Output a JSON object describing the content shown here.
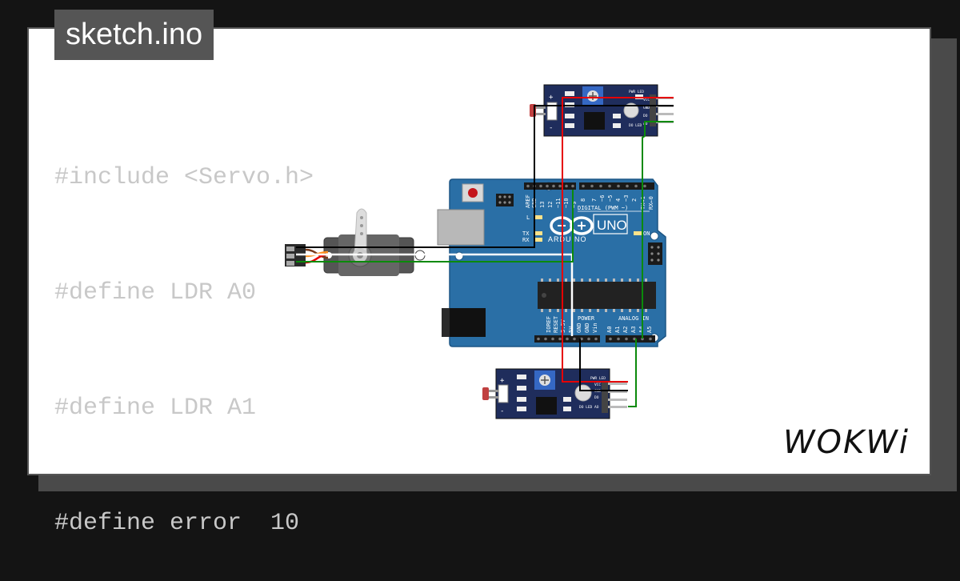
{
  "file_tab": {
    "label": "sketch.ino"
  },
  "code_lines": [
    "#include <Servo.h>",
    "#define LDR A0",
    "#define LDR A1",
    "#define error  10"
  ],
  "board": {
    "model": "UNO",
    "brand": "ARDUINO",
    "digital_header": "DIGITAL (PWM ~)",
    "power_header": "POWER",
    "analog_header": "ANALOG IN",
    "on_label": "ON",
    "led_labels": [
      "L",
      "TX",
      "RX"
    ],
    "digital_pins": [
      "AREF",
      "GND",
      "13",
      "12",
      "~11",
      "~10",
      "~9",
      "8",
      "7",
      "~6",
      "~5",
      "4",
      "~3",
      "2",
      "TX→1",
      "RX←0"
    ],
    "power_pins": [
      "IOREF",
      "RESET",
      "3.3V",
      "5V",
      "GND",
      "GND",
      "Vin"
    ],
    "analog_pins": [
      "A0",
      "A1",
      "A2",
      "A3",
      "A4",
      "A5"
    ]
  },
  "ldr_top": {
    "pins": [
      "VCC",
      "GND",
      "DO",
      "AO"
    ],
    "led_labels": [
      "PWR LED",
      "DO LED"
    ]
  },
  "ldr_bottom": {
    "pins": [
      "VCC",
      "GND",
      "DO",
      "AO"
    ],
    "led_labels": [
      "PWR LED",
      "DO LED"
    ]
  },
  "logo": {
    "text": "WOKWi"
  },
  "colors": {
    "board": "#2a6fa6",
    "module": "#1f2d5c",
    "wire_red": "#e60000",
    "wire_black": "#000000",
    "wire_green": "#0a8a0a",
    "wire_white": "#ffffff",
    "wire_orange": "#ff8c1a"
  }
}
